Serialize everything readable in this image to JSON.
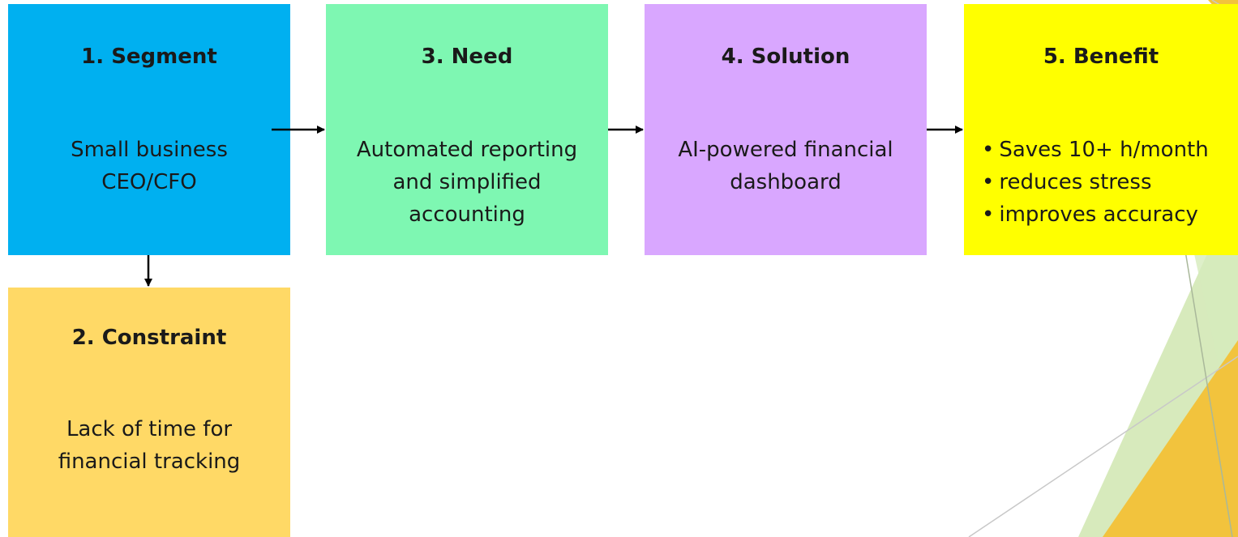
{
  "colors": {
    "segment": "#00b0f0",
    "constraint": "#ffd966",
    "need": "#7ef7b2",
    "solution": "#d9a7ff",
    "benefit": "#ffff00",
    "arrow": "#000000"
  },
  "boxes": {
    "segment": {
      "title": "1. Segment",
      "lines": [
        "Small business",
        "CEO/CFO"
      ]
    },
    "constraint": {
      "title": "2. Constraint",
      "lines": [
        "Lack of time for",
        "financial tracking"
      ]
    },
    "need": {
      "title": "3. Need",
      "lines": [
        "Automated reporting",
        "and simplified",
        "accounting"
      ]
    },
    "solution": {
      "title": "4. Solution",
      "lines": [
        "AI-powered financial",
        "dashboard"
      ]
    },
    "benefit": {
      "title": "5. Benefit",
      "bullets": [
        "Saves 10+ h/month",
        "reduces stress",
        "improves accuracy"
      ]
    }
  },
  "connections": [
    {
      "from": "segment",
      "to": "need"
    },
    {
      "from": "need",
      "to": "solution"
    },
    {
      "from": "solution",
      "to": "benefit"
    },
    {
      "from": "segment",
      "to": "constraint"
    }
  ]
}
